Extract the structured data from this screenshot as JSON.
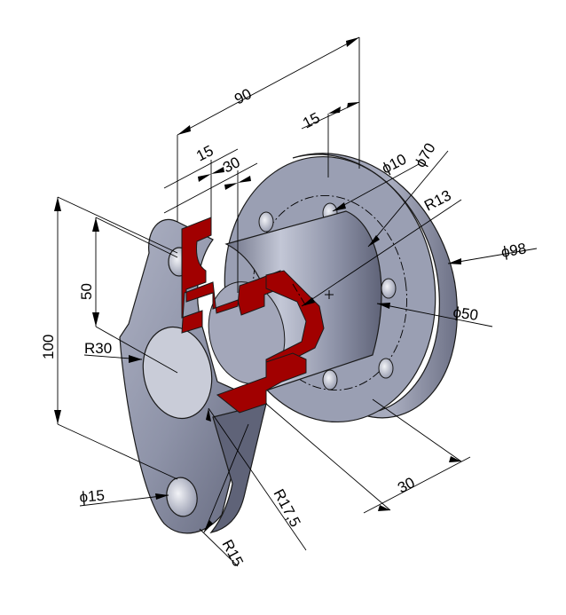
{
  "drawing": {
    "dimensions": {
      "overall_length": "90",
      "flange_thickness": "15",
      "slot_offset_1": "15",
      "slot_offset_2": "30",
      "height_total": "100",
      "height_50": "50",
      "dia_10": "ϕ10",
      "dia_70": "ϕ70",
      "radius_13": "R13",
      "dia_98": "ϕ98",
      "dia_50": "ϕ50",
      "radius_30": "R30",
      "length_30": "30",
      "dia_15": "ϕ15",
      "radius_17_5": "R17,5",
      "radius_15": "R15"
    },
    "colors": {
      "body": "#8e93a8",
      "body_dark": "#6d7186",
      "body_light": "#b8bccc",
      "section": "#a10000",
      "section_dark": "#7a0000",
      "line": "#000000"
    }
  }
}
